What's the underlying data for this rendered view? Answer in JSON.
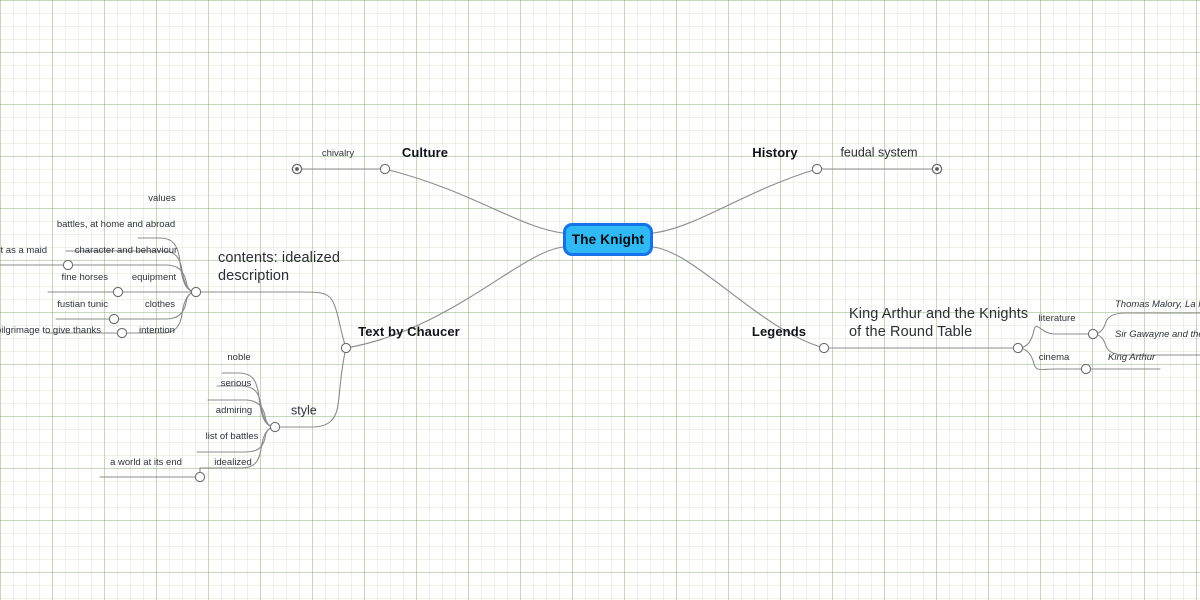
{
  "app": {
    "type": "mind-map",
    "background": "#ffffff",
    "grid_color": "#cfe0bb"
  },
  "colors": {
    "node_fill": "#2fb9f5",
    "node_border": "#1572e8",
    "edge": "#8c8c8c",
    "text": "#22262b"
  },
  "root": {
    "label": "The Knight"
  },
  "branches": {
    "culture": {
      "label": "Culture",
      "children": [
        {
          "label": "chivalry",
          "collapsed": true
        }
      ]
    },
    "history": {
      "label": "History",
      "children": [
        {
          "label": "feudal system",
          "collapsed": true
        }
      ]
    },
    "text_by_chaucer": {
      "label": "Text by Chaucer",
      "children": [
        {
          "label": "contents: idealized\ndescription",
          "children": [
            {
              "label": "values"
            },
            {
              "label": "battles, at home and abroad"
            },
            {
              "label": "character and behaviour",
              "children": [
                {
                  "label": "est as a maid"
                }
              ]
            },
            {
              "label": "equipment",
              "children": [
                {
                  "label": "fine horses"
                }
              ]
            },
            {
              "label": "clothes",
              "children": [
                {
                  "label": "fustian tunic"
                }
              ]
            },
            {
              "label": "intention",
              "children": [
                {
                  "label": "n pilgrimage to give thanks"
                }
              ]
            }
          ]
        },
        {
          "label": "style",
          "children": [
            {
              "label": "noble"
            },
            {
              "label": "serious"
            },
            {
              "label": "admiring"
            },
            {
              "label": "list of battles"
            },
            {
              "label": "idealized",
              "children": [
                {
                  "label": "a world at its end"
                }
              ]
            }
          ]
        }
      ]
    },
    "legends": {
      "label": "Legends",
      "children": [
        {
          "label": "King Arthur and the Knights\nof the Round Table",
          "children": [
            {
              "label": "literature",
              "children": [
                {
                  "label": "Thomas Malory, La Mor"
                },
                {
                  "label": "Sir Gawayne and the G"
                }
              ]
            },
            {
              "label": "cinema",
              "children": [
                {
                  "label": "King Arthur"
                }
              ]
            }
          ]
        }
      ]
    }
  },
  "labels": {
    "chivalry": "chivalry",
    "culture": "Culture",
    "history": "History",
    "feudal_system": "feudal system",
    "text_by_chaucer": "Text by Chaucer",
    "legends": "Legends",
    "contents": "contents: idealized\ndescription",
    "values": "values",
    "battles": "battles, at home and abroad",
    "character": "character and behaviour",
    "est_as_a_maid": "est as a maid",
    "equipment": "equipment",
    "fine_horses": "fine horses",
    "clothes": "clothes",
    "fustian_tunic": "fustian tunic",
    "intention": "intention",
    "pilgrimage": "n pilgrimage to give thanks",
    "style": "style",
    "noble": "noble",
    "serious": "serious",
    "admiring": "admiring",
    "list_of_battles": "list of battles",
    "idealized": "idealized",
    "world_at_end": "a world at its end",
    "king_arthur_title": "King Arthur and the Knights\nof the Round Table",
    "literature": "literature",
    "cinema": "cinema",
    "malory": "Thomas Malory, La Mor",
    "gawayne": "Sir Gawayne and the G",
    "king_arthur": "King Arthur"
  }
}
